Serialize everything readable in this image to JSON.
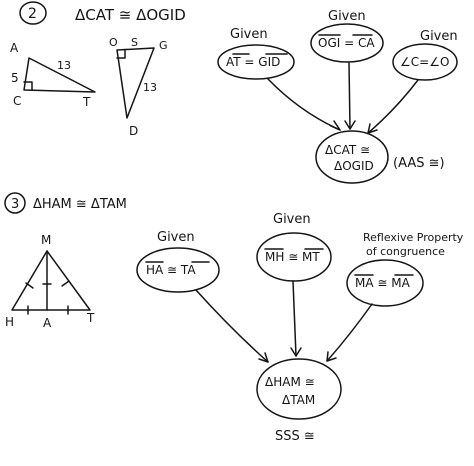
{
  "problem2": {
    "number": "2",
    "statement": "ΔCAT ≅ ΔOGID",
    "figure_cat": {
      "label_a": "A",
      "label_c": "C",
      "label_t": "T",
      "side_ca": "5",
      "side_at": "13"
    },
    "figure_ogid": {
      "label_o": "O",
      "label_s": "S",
      "label_g": "G",
      "label_d": "D",
      "side_gd": "13"
    },
    "flow": {
      "node1": {
        "reason": "Given",
        "statement": "AT = GID"
      },
      "node2": {
        "reason": "Given",
        "statement": "OGI = CA"
      },
      "node3": {
        "reason": "Given",
        "statement": "∠C=∠O"
      },
      "conclusion": {
        "line1": "ΔCAT ≅",
        "line2": "ΔOGID",
        "justification": "(AAS ≅)"
      }
    }
  },
  "problem3": {
    "number": "3",
    "statement": "ΔHAM ≅ ΔTAM",
    "figure": {
      "label_m": "M",
      "label_h": "H",
      "label_a": "A",
      "label_t": "T"
    },
    "flow": {
      "node1": {
        "reason": "Given",
        "statement": "HA ≅ TA"
      },
      "node2": {
        "reason": "Given",
        "statement": "MH ≅ MT"
      },
      "node3": {
        "reason_line1": "Reflexive Property",
        "reason_line2": "of congruence",
        "statement": "MA ≅ MA"
      },
      "conclusion": {
        "line1": "ΔHAM ≅",
        "line2": "ΔTAM",
        "justification": "SSS ≅"
      }
    }
  }
}
